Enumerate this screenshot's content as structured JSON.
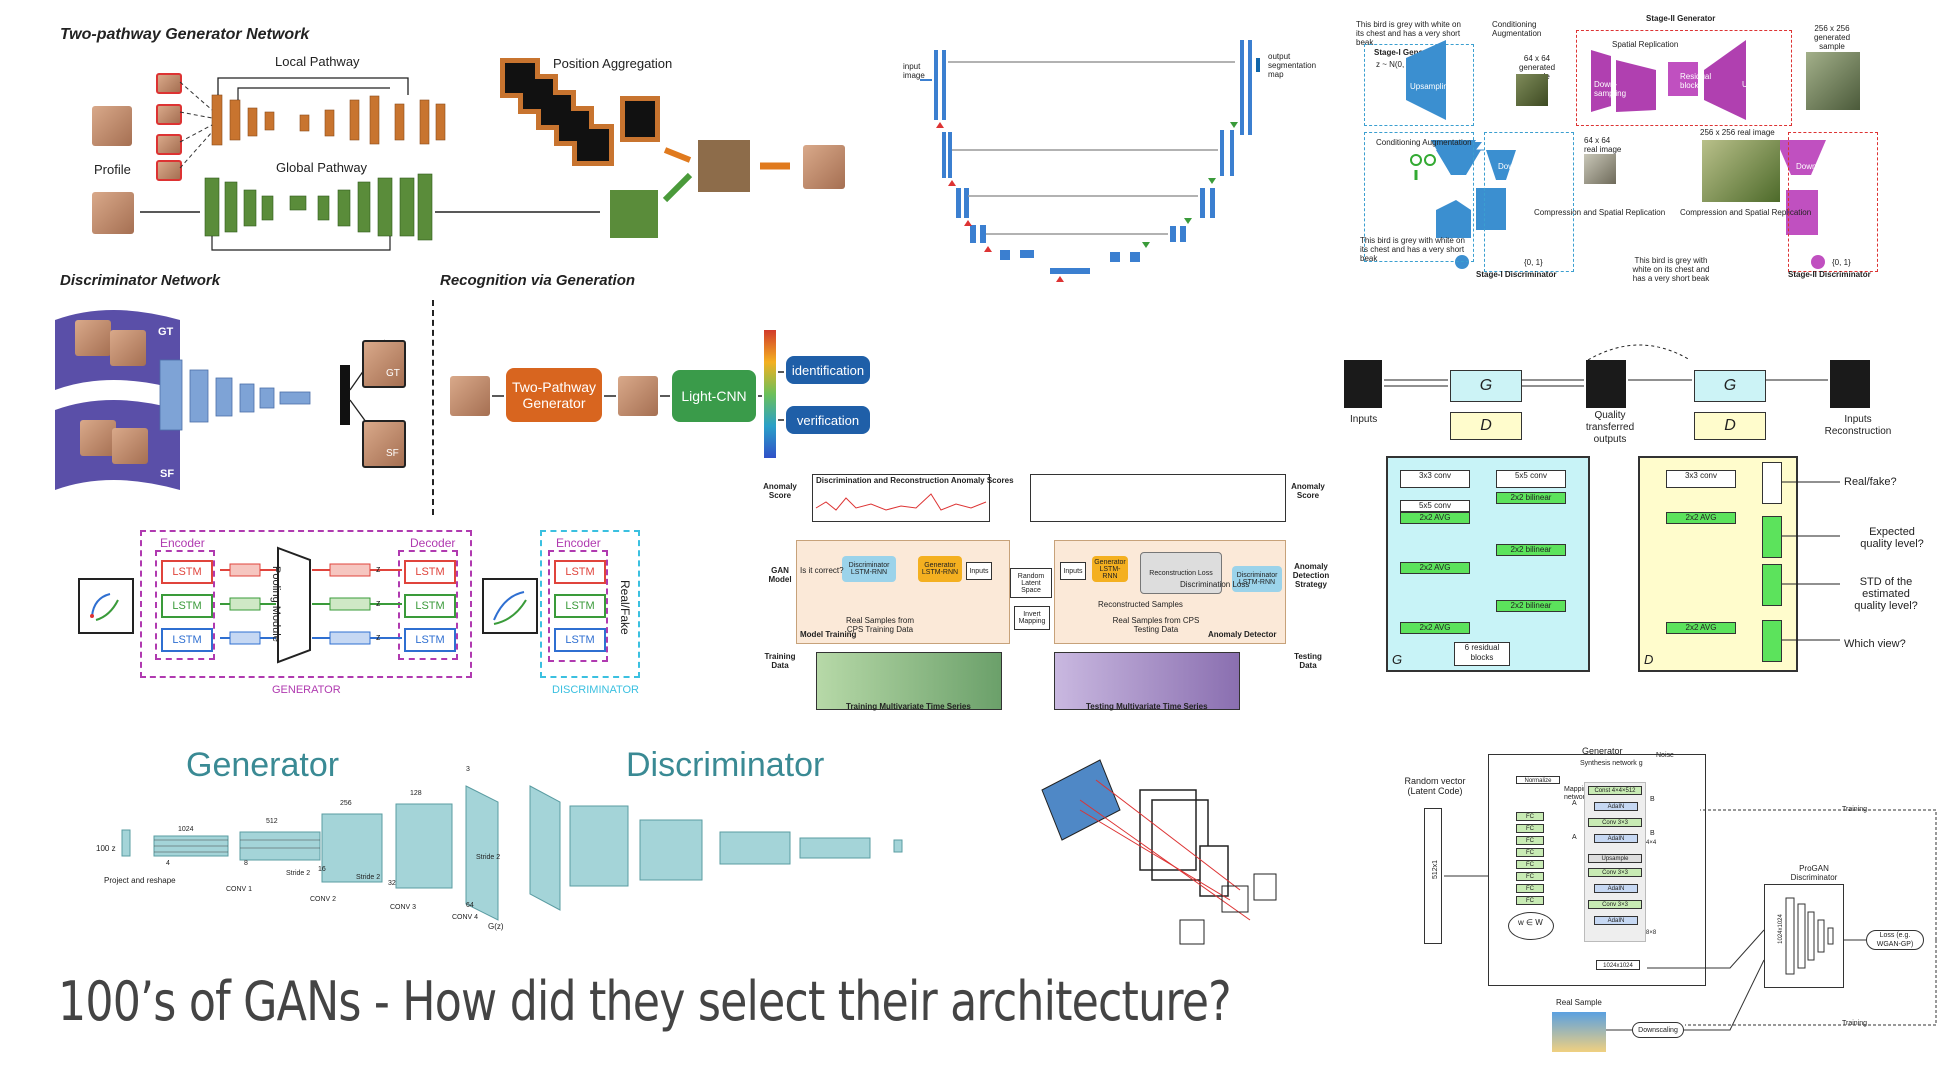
{
  "slide_title": "100’s of GANs - How did they select their architecture?",
  "panel_tp": {
    "title": "Two-pathway Generator Network",
    "local": "Local Pathway",
    "pos_agg": "Position Aggregation",
    "profile": "Profile",
    "global": "Global Pathway",
    "disc_title": "Discriminator Network",
    "recog_title": "Recognition via Generation",
    "gt": "GT",
    "sf": "SF",
    "two_pathway": "Two-Pathway Generator",
    "light_cnn": "Light-CNN",
    "identification": "identification",
    "verification": "verification"
  },
  "panel_unet": {
    "input": "input image",
    "output": "output segmentation map"
  },
  "panel_stackgan": {
    "bird_text": "This bird is grey with white on its chest and has a very short beak",
    "cond_aug": "Conditioning Augmentation",
    "stage2_gen": "Stage-II Generator",
    "stage1_gen": "Stage-I Generator",
    "gen_sample_64": "64 x 64 generated sample",
    "gen_sample_256": "256 x 256 generated sample",
    "real_image_256": "256 x 256 real image",
    "real_image_64": "64 x 64 real image",
    "upsampling": "Upsampling",
    "downsampling": "Down-sampling",
    "residual": "Residual blocks",
    "spatial_rep": "Spatial Replication",
    "compression": "Compression and Spatial Replication",
    "stage1_disc": "Stage-I Discriminator",
    "stage2_disc": "Stage-II Discriminator",
    "range": "{0, 1}",
    "noise": "z ~ N(0, I)"
  },
  "panel_quality": {
    "inputs": "Inputs",
    "quality": "Quality transferred outputs",
    "recon": "Inputs Reconstruction",
    "G": "G",
    "D": "D",
    "real_fake": "Real/fake?",
    "expected": "Expected quality level?",
    "std": "STD of the estimated quality level?",
    "which_view": "Which view?",
    "residual": "6 residual blocks",
    "conv1": "3x3 conv",
    "conv2": "5x5 conv",
    "avg": "2x2 AVG",
    "bilinear": "2x2 bilinear"
  },
  "panel_sgan": {
    "encoder": "Encoder",
    "decoder": "Decoder",
    "lstm": "LSTM",
    "pooling": "Pooling Module",
    "generator": "GENERATOR",
    "discriminator": "DISCRIMINATOR",
    "real_fake": "Real/Fake",
    "z": "z"
  },
  "panel_madgan": {
    "anomaly_scores": "Discrimination and Reconstruction Anomaly Scores",
    "anomaly_score": "Anomaly Score",
    "gan_model": "GAN Model",
    "training_data": "Training Data",
    "testing_data": "Testing Data",
    "detection": "Anomaly Detection Strategy",
    "model_training": "Model Training",
    "anomaly_detector": "Anomaly Detector",
    "disc_lstm": "Discriminator LSTM-RNN",
    "gen_lstm": "Generator LSTM-RNN",
    "inputs": "Inputs",
    "random": "Random Latent Space",
    "invert": "Invert Mapping",
    "train_ts": "Training Multivariate Time Series",
    "test_ts": "Testing Multivariate Time Series",
    "real_train": "Real Samples from CPS Training Data",
    "real_test": "Real Samples from CPS Testing Data",
    "recon_samples": "Reconstructed Samples",
    "recon_loss": "Reconstruction Loss",
    "disc_loss": "Discrimination Loss",
    "is_correct": "Is it correct?"
  },
  "panel_dcgan": {
    "generator": "Generator",
    "discriminator": "Discriminator",
    "project": "Project and reshape",
    "z": "100 z",
    "conv1": "CONV 1",
    "conv2": "CONV 2",
    "conv3": "CONV 3",
    "conv4": "CONV 4",
    "gz": "G(z)",
    "stride": "Stride 2",
    "n1024": "1024",
    "n512": "512",
    "n256": "256",
    "n128": "128",
    "n64": "64",
    "n4": "4",
    "n8": "8",
    "n16": "16",
    "n32": "32",
    "n3": "3"
  },
  "panel_stylegan": {
    "generator": "Generator",
    "random_vector": "Random vector (Latent Code)",
    "dim": "512x1",
    "synthesis": "Synthesis network g",
    "noise": "Noise",
    "normalize": "Normalize",
    "mapping": "Mapping network f",
    "fc": "FC",
    "const": "Const 4×4×512",
    "conv": "Conv 3×3",
    "adain": "AdaIN",
    "upsample": "Upsample",
    "res4": "4×4",
    "res8": "8×8",
    "w": "w ∈ W",
    "A": "A",
    "B": "B",
    "out": "1024x1024",
    "progan": "ProGAN Discriminator",
    "loss": "Loss (e.g. WGAN-GP)",
    "training": "Training",
    "real_sample": "Real Sample",
    "downscaling": "Downscaling",
    "disc_dim": "1024x1024"
  }
}
